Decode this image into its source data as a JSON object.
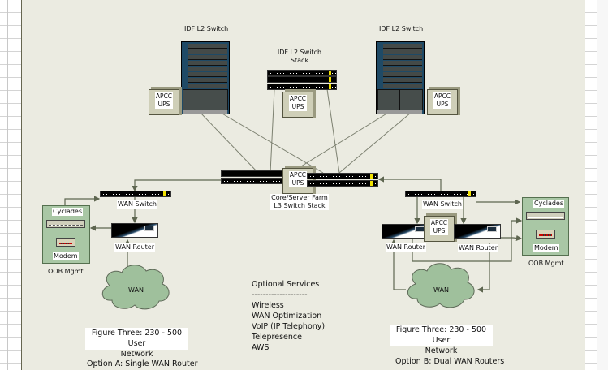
{
  "diagram": {
    "idf_left": {
      "title": "IDF L2 Switch",
      "ups": [
        "APCC",
        "UPS"
      ]
    },
    "idf_stack": {
      "title_line1": "IDF L2 Switch",
      "title_line2": "Stack",
      "ups": [
        "APCC",
        "UPS"
      ]
    },
    "idf_right": {
      "title": "IDF L2 Switch",
      "ups": [
        "APCC",
        "UPS"
      ]
    },
    "core": {
      "label_line1": "Core/Server Farm",
      "label_line2": "L3 Switch Stack",
      "ups": [
        "APCC",
        "UPS"
      ]
    },
    "option_a": {
      "wan_switch": "WAN Switch",
      "wan_router": "WAN Router",
      "oob": {
        "cyclades": "Cyclades",
        "modem": "Modem",
        "label": "OOB Mgmt"
      },
      "wan_cloud": "WAN",
      "caption_line1": "Figure Three: 230 - 500 User",
      "caption_line2": "Network",
      "option_title": "Option A: Single WAN Router"
    },
    "option_b": {
      "wan_switch": "WAN Switch",
      "wan_router_1": "WAN Router",
      "wan_router_2": "WAN Router",
      "ups": [
        "APCC",
        "UPS"
      ],
      "oob": {
        "cyclades": "Cyclades",
        "modem": "Modem",
        "label": "OOB Mgmt"
      },
      "wan_cloud": "WAN",
      "caption_line1": "Figure Three: 230 - 500 User",
      "caption_line2": "Network",
      "option_title": "Option B: Dual WAN Routers"
    },
    "optional_services": {
      "title": "Optional Services",
      "divider": "--------------------",
      "items": [
        "Wireless",
        "WAN Optimization",
        "VoIP (IP Telephony)",
        "Telepresence",
        "AWS"
      ]
    }
  },
  "colors": {
    "canvas_bg": "#ebebe1",
    "cloud_fill": "#9fc09c",
    "oob_fill": "#a9c7a5",
    "line": "#5e6650",
    "chassis_blue": "#1f4a66"
  }
}
